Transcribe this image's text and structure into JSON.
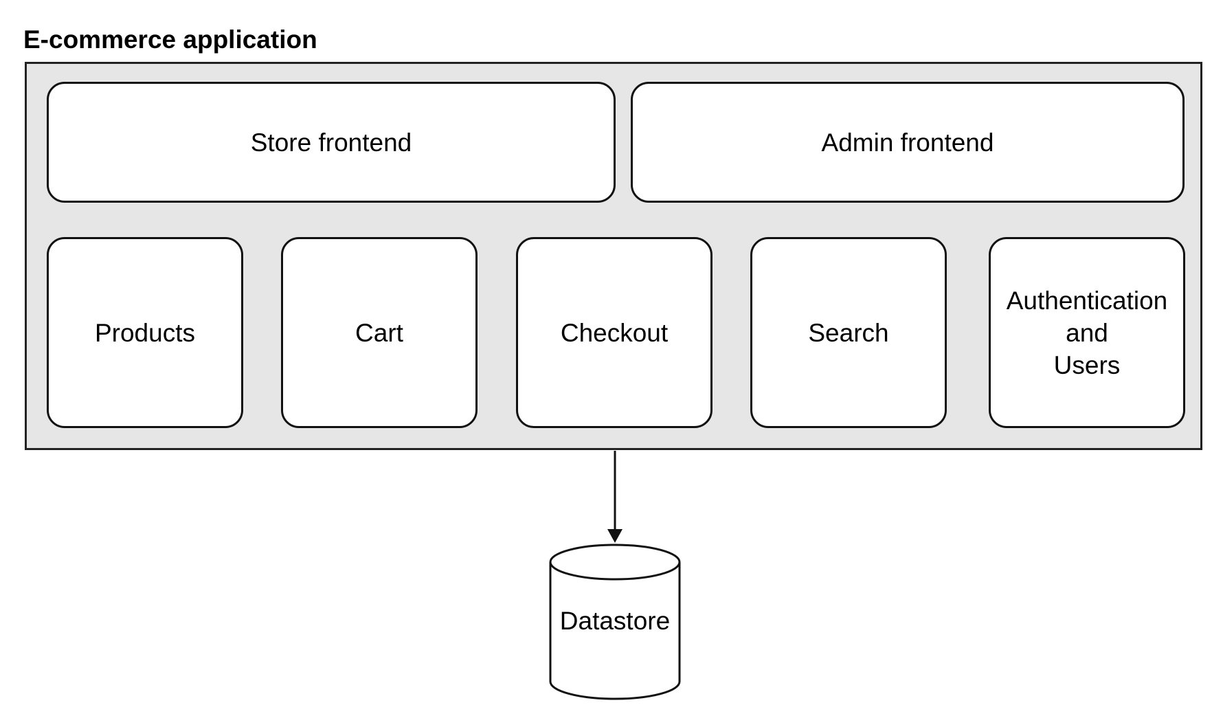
{
  "title": "E-commerce application",
  "frontends": [
    {
      "label": "Store frontend"
    },
    {
      "label": "Admin frontend"
    }
  ],
  "modules": [
    {
      "label": "Products"
    },
    {
      "label": "Cart"
    },
    {
      "label": "Checkout"
    },
    {
      "label": "Search"
    },
    {
      "label": "Authentication\nand\nUsers"
    }
  ],
  "datastore": {
    "label": "Datastore"
  },
  "colors": {
    "frame_fill": "#e6e6e6",
    "box_fill": "#ffffff",
    "stroke": "#111111"
  }
}
